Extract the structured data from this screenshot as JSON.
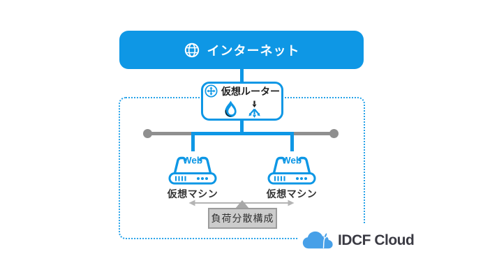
{
  "colors": {
    "primary_blue": "#0e97e5",
    "dotted_border_blue": "#25a2e9",
    "bus_gray": "#8f8f8f",
    "arrow_gray": "#b4b4b4",
    "label_box_bg": "#cccccc",
    "label_box_border": "#9c9c9c",
    "text_dark": "#333333",
    "logo_cloud_blue": "#47a0e8",
    "logo_text_color": "#3a3a43"
  },
  "banner": {
    "label": "インターネット",
    "icon": "globe-icon"
  },
  "router": {
    "label": "仮想ルーター",
    "icons": [
      "virtual-router-icon",
      "firewall-flame-icon",
      "load-balancer-icon"
    ]
  },
  "vms": [
    {
      "badge": "Web",
      "label": "仮想マシン"
    },
    {
      "badge": "Web",
      "label": "仮想マシン"
    }
  ],
  "load_balance": {
    "label": "負荷分散構成"
  },
  "logo": {
    "text": "IDCF Cloud",
    "icon": "cloud-logo-icon"
  }
}
